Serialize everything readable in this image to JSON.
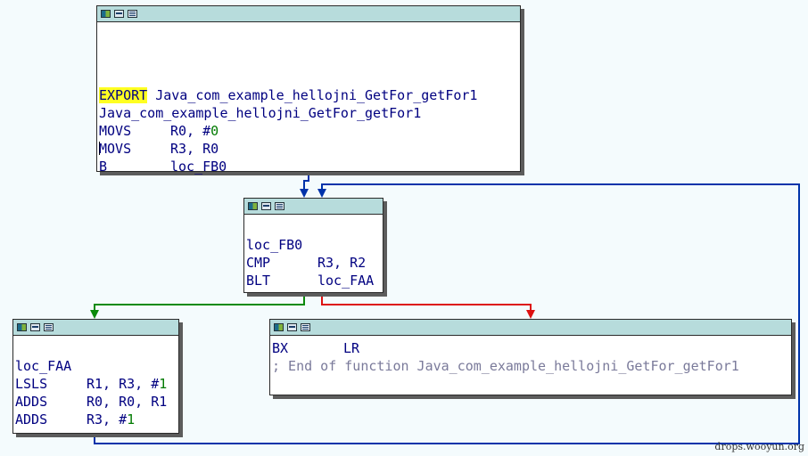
{
  "colors": {
    "background": "#f4fbfd",
    "header": "#b7dcdc",
    "text": "#000080",
    "number": "#007a00",
    "export_highlight": "#ffff22",
    "edge_uncond": "#0033aa",
    "edge_true": "#0a8a0a",
    "edge_false": "#dd1111"
  },
  "header_icons": [
    "color-icon",
    "graph-icon",
    "list-icon"
  ],
  "block1": {
    "export_kw": "EXPORT",
    "export_name": " Java_com_example_hellojni_GetFor_getFor1",
    "label": "Java_com_example_hellojni_GetFor_getFor1",
    "l3_op": "MOVS",
    "l3_args": "R0, #",
    "l3_num": "0",
    "l4_op": "MOVS",
    "l4_args": "R3, R0",
    "l5_op": "B",
    "l5_args": "loc_FB0"
  },
  "block2": {
    "label": "loc_FB0",
    "l1_op": "CMP",
    "l1_args": "R3, R2",
    "l2_op": "BLT",
    "l2_args": "loc_FAA"
  },
  "block3": {
    "label": "loc_FAA",
    "l1_op": "LSLS",
    "l1_args": "R1, R3, #",
    "l1_num": "1",
    "l2_op": "ADDS",
    "l2_args": "R0, R0, R1",
    "l3_op": "ADDS",
    "l3_args": "R3, #",
    "l3_num": "1"
  },
  "block4": {
    "l1_op": "BX",
    "l1_args": "LR",
    "comment": "; End of function Java_com_example_hellojni_GetFor_getFor1"
  },
  "watermark": "drops.wooyun.org"
}
